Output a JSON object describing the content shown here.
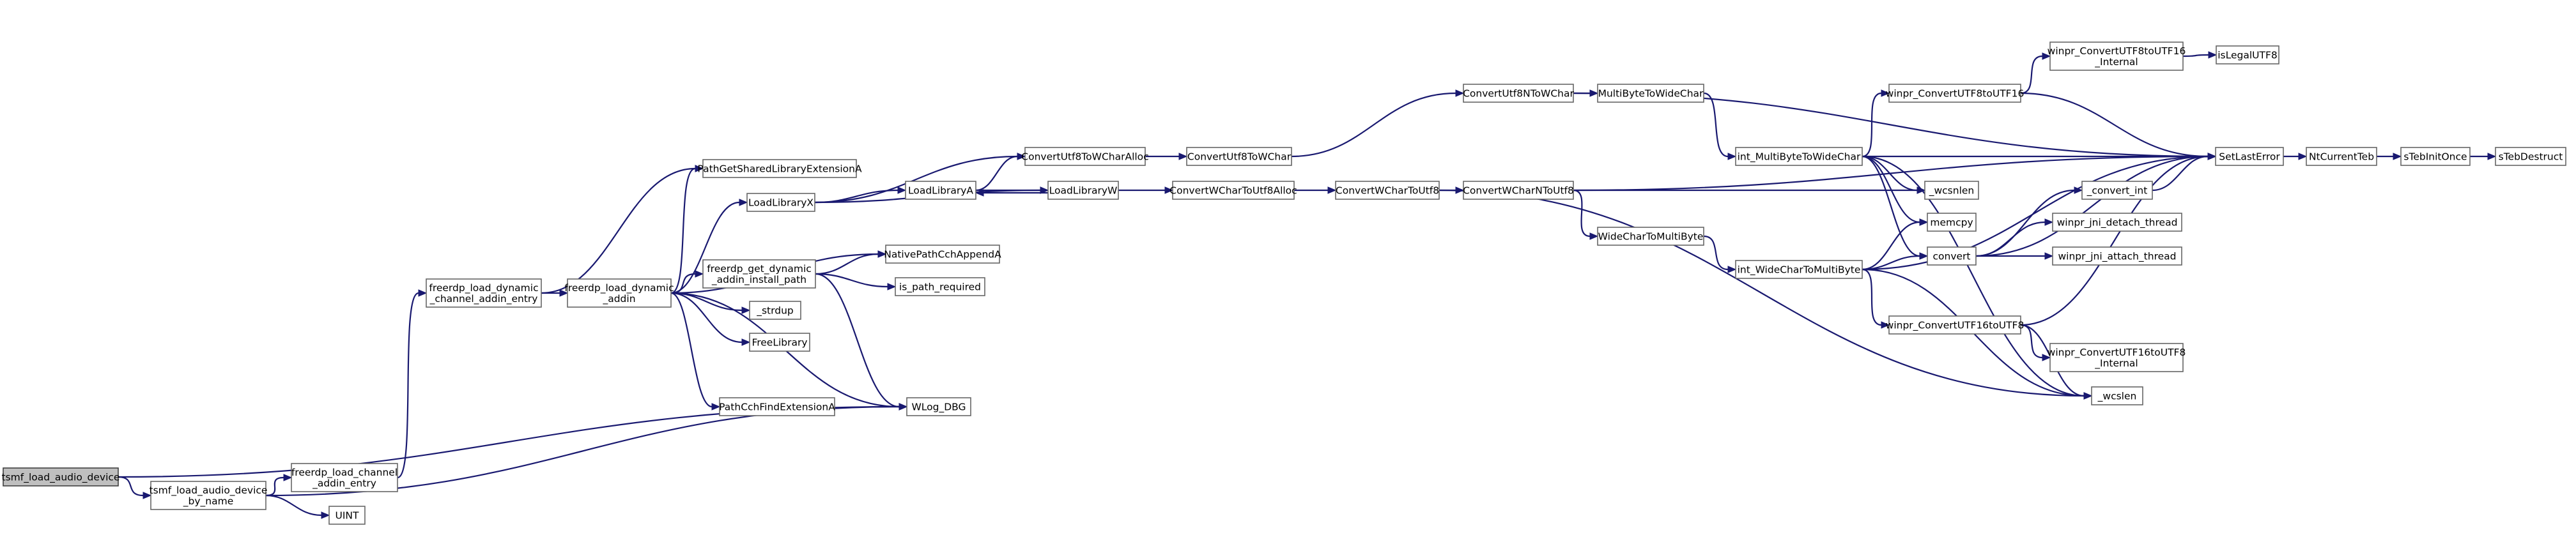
{
  "colors": {
    "edge": "#191970",
    "node_border": "#666666",
    "root_fill": "#bfbfbf",
    "background": "#ffffff"
  },
  "nodes": [
    {
      "id": "tsmf_load_audio_device",
      "lines": [
        "tsmf_load_audio_device"
      ],
      "root": true
    },
    {
      "id": "tsmf_load_audio_device_by_name",
      "lines": [
        "tsmf_load_audio_device",
        "_by_name"
      ]
    },
    {
      "id": "freerdp_load_channel_addin_entry",
      "lines": [
        "freerdp_load_channel",
        "_addin_entry"
      ]
    },
    {
      "id": "UINT",
      "lines": [
        "UINT"
      ]
    },
    {
      "id": "WLog_DBG",
      "lines": [
        "WLog_DBG"
      ]
    },
    {
      "id": "freerdp_load_dynamic_channel_addin_entry",
      "lines": [
        "freerdp_load_dynamic",
        "_channel_addin_entry"
      ]
    },
    {
      "id": "freerdp_load_dynamic_addin",
      "lines": [
        "freerdp_load_dynamic",
        "_addin"
      ]
    },
    {
      "id": "PathGetSharedLibraryExtensionA",
      "lines": [
        "PathGetSharedLibraryExtensionA"
      ]
    },
    {
      "id": "LoadLibraryX",
      "lines": [
        "LoadLibraryX"
      ]
    },
    {
      "id": "freerdp_get_dynamic_addin_install_path",
      "lines": [
        "freerdp_get_dynamic",
        "_addin_install_path"
      ]
    },
    {
      "id": "_strdup",
      "lines": [
        "_strdup"
      ]
    },
    {
      "id": "FreeLibrary",
      "lines": [
        "FreeLibrary"
      ]
    },
    {
      "id": "PathCchFindExtensionA",
      "lines": [
        "PathCchFindExtensionA"
      ]
    },
    {
      "id": "NativePathCchAppendA",
      "lines": [
        "NativePathCchAppendA"
      ]
    },
    {
      "id": "is_path_required",
      "lines": [
        "is_path_required"
      ]
    },
    {
      "id": "LoadLibraryA",
      "lines": [
        "LoadLibraryA"
      ]
    },
    {
      "id": "LoadLibraryW",
      "lines": [
        "LoadLibraryW"
      ]
    },
    {
      "id": "ConvertUtf8ToWCharAlloc",
      "lines": [
        "ConvertUtf8ToWCharAlloc"
      ]
    },
    {
      "id": "ConvertUtf8ToWChar",
      "lines": [
        "ConvertUtf8ToWChar"
      ]
    },
    {
      "id": "ConvertWCharToUtf8Alloc",
      "lines": [
        "ConvertWCharToUtf8Alloc"
      ]
    },
    {
      "id": "ConvertWCharToUtf8",
      "lines": [
        "ConvertWCharToUtf8"
      ]
    },
    {
      "id": "ConvertUtf8NToWChar",
      "lines": [
        "ConvertUtf8NToWChar"
      ]
    },
    {
      "id": "ConvertWCharNToUtf8",
      "lines": [
        "ConvertWCharNToUtf8"
      ]
    },
    {
      "id": "MultiByteToWideChar",
      "lines": [
        "MultiByteToWideChar"
      ]
    },
    {
      "id": "WideCharToMultiByte",
      "lines": [
        "WideCharToMultiByte"
      ]
    },
    {
      "id": "int_MultiByteToWideChar",
      "lines": [
        "int_MultiByteToWideChar"
      ]
    },
    {
      "id": "int_WideCharToMultiByte",
      "lines": [
        "int_WideCharToMultiByte"
      ]
    },
    {
      "id": "winpr_ConvertUTF8toUTF16",
      "lines": [
        "winpr_ConvertUTF8toUTF16"
      ]
    },
    {
      "id": "winpr_ConvertUTF16toUTF8",
      "lines": [
        "winpr_ConvertUTF16toUTF8"
      ]
    },
    {
      "id": "_wcsnlen",
      "lines": [
        "_wcsnlen"
      ]
    },
    {
      "id": "memcpy",
      "lines": [
        "memcpy"
      ]
    },
    {
      "id": "convert",
      "lines": [
        "convert"
      ]
    },
    {
      "id": "_wcslen",
      "lines": [
        "_wcslen"
      ]
    },
    {
      "id": "winpr_ConvertUTF8toUTF16_Internal",
      "lines": [
        "winpr_ConvertUTF8toUTF16",
        "_Internal"
      ]
    },
    {
      "id": "winpr_ConvertUTF16toUTF8_Internal",
      "lines": [
        "winpr_ConvertUTF16toUTF8",
        "_Internal"
      ]
    },
    {
      "id": "isLegalUTF8",
      "lines": [
        "isLegalUTF8"
      ]
    },
    {
      "id": "_convert_int",
      "lines": [
        "_convert_int"
      ]
    },
    {
      "id": "winpr_jni_detach_thread",
      "lines": [
        "winpr_jni_detach_thread"
      ]
    },
    {
      "id": "winpr_jni_attach_thread",
      "lines": [
        "winpr_jni_attach_thread"
      ]
    },
    {
      "id": "SetLastError",
      "lines": [
        "SetLastError"
      ]
    },
    {
      "id": "NtCurrentTeb",
      "lines": [
        "NtCurrentTeb"
      ]
    },
    {
      "id": "sTebInitOnce",
      "lines": [
        "sTebInitOnce"
      ]
    },
    {
      "id": "sTebDestruct",
      "lines": [
        "sTebDestruct"
      ]
    }
  ],
  "edges": [
    [
      "tsmf_load_audio_device",
      "tsmf_load_audio_device_by_name"
    ],
    [
      "tsmf_load_audio_device",
      "WLog_DBG"
    ],
    [
      "tsmf_load_audio_device_by_name",
      "freerdp_load_channel_addin_entry"
    ],
    [
      "tsmf_load_audio_device_by_name",
      "UINT"
    ],
    [
      "tsmf_load_audio_device_by_name",
      "WLog_DBG"
    ],
    [
      "freerdp_load_channel_addin_entry",
      "freerdp_load_dynamic_channel_addin_entry"
    ],
    [
      "freerdp_load_dynamic_channel_addin_entry",
      "freerdp_load_dynamic_addin"
    ],
    [
      "freerdp_load_dynamic_channel_addin_entry",
      "PathGetSharedLibraryExtensionA"
    ],
    [
      "freerdp_load_dynamic_addin",
      "PathGetSharedLibraryExtensionA"
    ],
    [
      "freerdp_load_dynamic_addin",
      "LoadLibraryX"
    ],
    [
      "freerdp_load_dynamic_addin",
      "NativePathCchAppendA"
    ],
    [
      "freerdp_load_dynamic_addin",
      "freerdp_get_dynamic_addin_install_path"
    ],
    [
      "freerdp_load_dynamic_addin",
      "_strdup"
    ],
    [
      "freerdp_load_dynamic_addin",
      "FreeLibrary"
    ],
    [
      "freerdp_load_dynamic_addin",
      "PathCchFindExtensionA"
    ],
    [
      "freerdp_load_dynamic_addin",
      "WLog_DBG"
    ],
    [
      "freerdp_get_dynamic_addin_install_path",
      "NativePathCchAppendA"
    ],
    [
      "freerdp_get_dynamic_addin_install_path",
      "is_path_required"
    ],
    [
      "freerdp_get_dynamic_addin_install_path",
      "WLog_DBG"
    ],
    [
      "LoadLibraryX",
      "ConvertUtf8ToWCharAlloc"
    ],
    [
      "LoadLibraryX",
      "LoadLibraryA"
    ],
    [
      "LoadLibraryX",
      "LoadLibraryW"
    ],
    [
      "LoadLibraryA",
      "ConvertUtf8ToWCharAlloc"
    ],
    [
      "LoadLibraryA",
      "LoadLibraryW"
    ],
    [
      "LoadLibraryW",
      "LoadLibraryA"
    ],
    [
      "LoadLibraryW",
      "ConvertWCharToUtf8Alloc"
    ],
    [
      "ConvertUtf8ToWCharAlloc",
      "ConvertUtf8ToWChar"
    ],
    [
      "ConvertUtf8ToWChar",
      "ConvertUtf8NToWChar"
    ],
    [
      "ConvertWCharToUtf8Alloc",
      "ConvertWCharToUtf8"
    ],
    [
      "ConvertWCharToUtf8",
      "ConvertWCharNToUtf8"
    ],
    [
      "ConvertWCharToUtf8",
      "_wcslen"
    ],
    [
      "ConvertUtf8NToWChar",
      "MultiByteToWideChar"
    ],
    [
      "ConvertUtf8NToWChar",
      "SetLastError"
    ],
    [
      "ConvertWCharNToUtf8",
      "WideCharToMultiByte"
    ],
    [
      "ConvertWCharNToUtf8",
      "SetLastError"
    ],
    [
      "ConvertWCharNToUtf8",
      "_wcsnlen"
    ],
    [
      "MultiByteToWideChar",
      "int_MultiByteToWideChar"
    ],
    [
      "WideCharToMultiByte",
      "int_WideCharToMultiByte"
    ],
    [
      "int_MultiByteToWideChar",
      "winpr_ConvertUTF8toUTF16"
    ],
    [
      "int_MultiByteToWideChar",
      "SetLastError"
    ],
    [
      "int_MultiByteToWideChar",
      "_wcsnlen"
    ],
    [
      "int_MultiByteToWideChar",
      "memcpy"
    ],
    [
      "int_MultiByteToWideChar",
      "convert"
    ],
    [
      "int_MultiByteToWideChar",
      "_wcslen"
    ],
    [
      "int_WideCharToMultiByte",
      "memcpy"
    ],
    [
      "int_WideCharToMultiByte",
      "convert"
    ],
    [
      "int_WideCharToMultiByte",
      "SetLastError"
    ],
    [
      "int_WideCharToMultiByte",
      "winpr_ConvertUTF16toUTF8"
    ],
    [
      "int_WideCharToMultiByte",
      "_wcslen"
    ],
    [
      "winpr_ConvertUTF8toUTF16",
      "winpr_ConvertUTF8toUTF16_Internal"
    ],
    [
      "winpr_ConvertUTF8toUTF16",
      "SetLastError"
    ],
    [
      "winpr_ConvertUTF8toUTF16_Internal",
      "isLegalUTF8"
    ],
    [
      "winpr_ConvertUTF16toUTF8",
      "winpr_ConvertUTF16toUTF8_Internal"
    ],
    [
      "winpr_ConvertUTF16toUTF8",
      "SetLastError"
    ],
    [
      "winpr_ConvertUTF16toUTF8",
      "_wcslen"
    ],
    [
      "convert",
      "_convert_int"
    ],
    [
      "convert",
      "winpr_jni_detach_thread"
    ],
    [
      "convert",
      "winpr_jni_attach_thread"
    ],
    [
      "convert",
      "SetLastError"
    ],
    [
      "_convert_int",
      "SetLastError"
    ],
    [
      "SetLastError",
      "NtCurrentTeb"
    ],
    [
      "NtCurrentTeb",
      "sTebInitOnce"
    ],
    [
      "sTebInitOnce",
      "sTebDestruct"
    ]
  ]
}
